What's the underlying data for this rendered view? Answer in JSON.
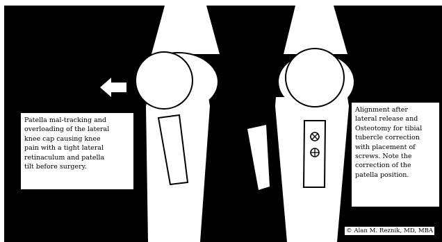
{
  "captions": {
    "before": "Patella mal-tracking and\noverloading of the lateral\nknee cap causing knee\npain with a tight lateral\nretinaculum and patella\ntilt before surgery.",
    "after": "Alignment after\nlateral release and\nOsteotomy for tibial\ntubercle correction\nwith placement of\nscrews. Note the\ncorrection of the\npatella position."
  },
  "copyright": "© Alan M. Reznik, MD, MBA",
  "colors": {
    "background": "#000000",
    "shapes": "#ffffff",
    "outline": "#000000"
  },
  "icons": {
    "arrow": "left-arrow-icon",
    "rotation": "curved-rotation-arrow-icon",
    "screws": "screw-icon"
  }
}
